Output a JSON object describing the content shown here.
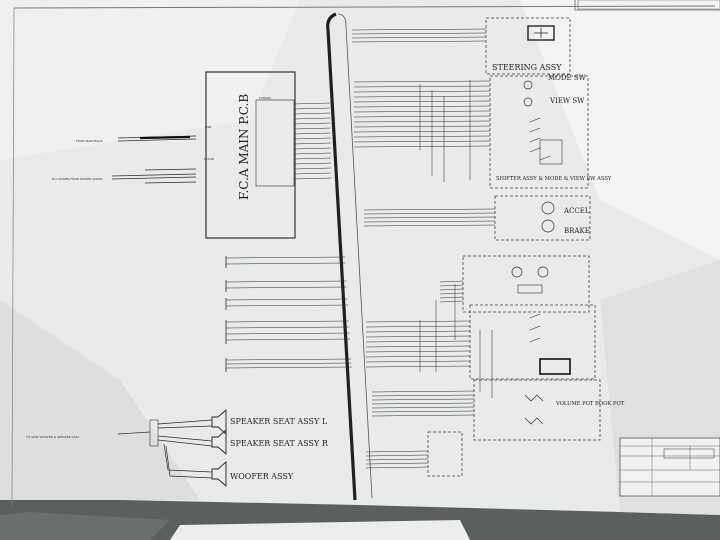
{
  "diagram": {
    "pcb_title": "F.C.A MAIN P.C.B",
    "connector_labels": {
      "usb": "USB",
      "fcmain": "FCMAIN",
      "fcsub": "FCSUB"
    },
    "left_inputs": {
      "from_main_back": "FROM MAIN BACK",
      "power_supply": "D.C POWER FROM POWER SUPPLY"
    },
    "assemblies": {
      "steering": "STEERING ASSY",
      "mode_sw": "MODE SW",
      "view_sw": "VIEW SW",
      "shifter": "SHIFTER ASSY & MODE & VIEW SW ASSY",
      "accel": "ACCEL",
      "brake": "BRAKE",
      "volume_pot": "VOLUME POT BOOK POT"
    },
    "speakers": {
      "seat_l": "SPEAKER SEAT ASSY L",
      "seat_r": "SPEAKER SEAT ASSY R",
      "woofer": "WOOFER ASSY",
      "source": "TO SEAT WOOFER & SPEAKER ASSY"
    }
  }
}
